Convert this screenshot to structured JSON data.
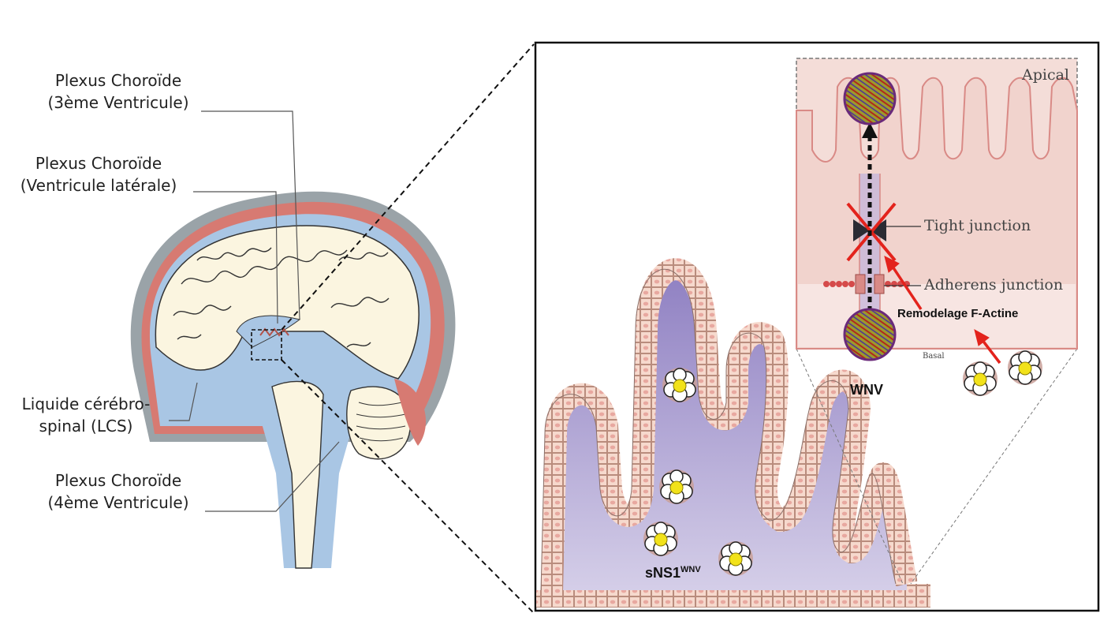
{
  "labels": {
    "plexus_3": [
      "Plexus Choroïde",
      "(3ème Ventricule)"
    ],
    "plexus_lat": [
      "Plexus Choroïde",
      "(Ventricule latérale)"
    ],
    "lcs": [
      "Liquide cérébro-",
      "spinal (LCS)"
    ],
    "plexus_4": [
      "Plexus Choroïde",
      "(4ème Ventricule)"
    ]
  },
  "inset": {
    "apical": "Apical",
    "tight_junction": "Tight junction",
    "adherens_junction": "Adherens junction",
    "basal": "Basal",
    "remodelage": "Remodelage F-Actine",
    "wnv": "WNV"
  },
  "villi": {
    "sns1_main": "sNS1",
    "sns1_sup": "WNV"
  },
  "colors": {
    "skull": "#9aa3a8",
    "dura_red": "#d77a72",
    "csf_blue": "#a9c6e4",
    "brain": "#fbf5e0",
    "villus_fill": "#9b8fc8",
    "epithelium": "#f3d3c8",
    "inset_bg": "#f4ddd8",
    "arrow_red": "#e3231c"
  }
}
